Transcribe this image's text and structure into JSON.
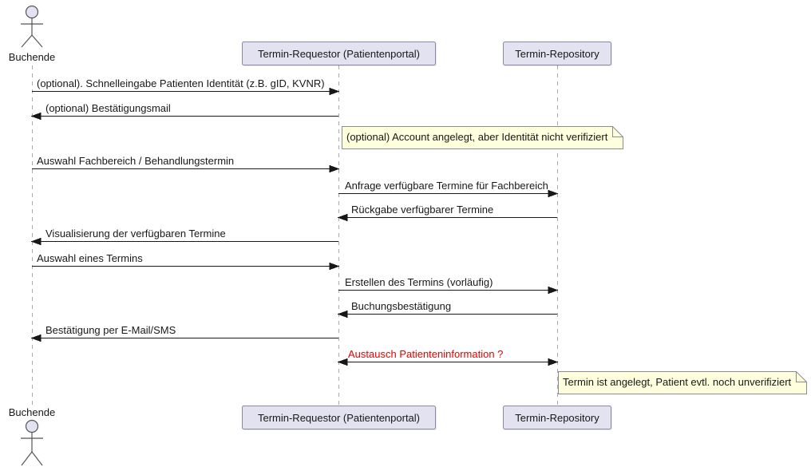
{
  "diagram": {
    "type": "uml-sequence",
    "actor": {
      "name": "Buchende"
    },
    "participants": [
      {
        "id": "requestor",
        "label": "Termin-Requestor (Patientenportal)"
      },
      {
        "id": "repository",
        "label": "Termin-Repository"
      }
    ],
    "messages": [
      {
        "from": "Buchende",
        "to": "Termin-Requestor (Patientenportal)",
        "direction": "right",
        "color": "default",
        "label": "(optional). Schnelleingabe Patienten Identität (z.B. gID, KVNR)"
      },
      {
        "from": "Termin-Requestor (Patientenportal)",
        "to": "Buchende",
        "direction": "left",
        "color": "default",
        "label": "(optional) Bestätigungsmail"
      },
      {
        "from": "Buchende",
        "to": "Termin-Requestor (Patientenportal)",
        "direction": "right",
        "color": "default",
        "label": "Auswahl Fachbereich / Behandlungstermin"
      },
      {
        "from": "Termin-Requestor (Patientenportal)",
        "to": "Termin-Repository",
        "direction": "right",
        "color": "default",
        "label": "Anfrage verfügbare Termine für Fachbereich"
      },
      {
        "from": "Termin-Repository",
        "to": "Termin-Requestor (Patientenportal)",
        "direction": "left",
        "color": "default",
        "label": "Rückgabe verfügbarer Termine"
      },
      {
        "from": "Termin-Requestor (Patientenportal)",
        "to": "Buchende",
        "direction": "left",
        "color": "default",
        "label": "Visualisierung der verfügbaren Termine"
      },
      {
        "from": "Buchende",
        "to": "Termin-Requestor (Patientenportal)",
        "direction": "right",
        "color": "default",
        "label": "Auswahl eines Termins"
      },
      {
        "from": "Termin-Requestor (Patientenportal)",
        "to": "Termin-Repository",
        "direction": "right",
        "color": "default",
        "label": "Erstellen des Termins (vorläufig)"
      },
      {
        "from": "Termin-Repository",
        "to": "Termin-Requestor (Patientenportal)",
        "direction": "left",
        "color": "default",
        "label": "Buchungsbestätigung"
      },
      {
        "from": "Termin-Requestor (Patientenportal)",
        "to": "Buchende",
        "direction": "left",
        "color": "default",
        "label": "Bestätigung per E-Mail/SMS"
      },
      {
        "from": "Termin-Requestor (Patientenportal)",
        "to": "Termin-Repository",
        "direction": "both",
        "color": "red",
        "label": "Austausch Patienteninformation ?"
      }
    ],
    "notes": [
      {
        "over": "Termin-Requestor (Patientenportal)",
        "text": "(optional) Account angelegt, aber Identität nicht verifiziert"
      },
      {
        "over": "Termin-Repository",
        "text": "Termin ist angelegt, Patient evtl. noch unverifiziert"
      }
    ],
    "colors": {
      "participant_fill": "#E2E2F0",
      "note_fill": "#FEFFDD",
      "highlight_message": "#E60000",
      "line": "#181818"
    }
  }
}
